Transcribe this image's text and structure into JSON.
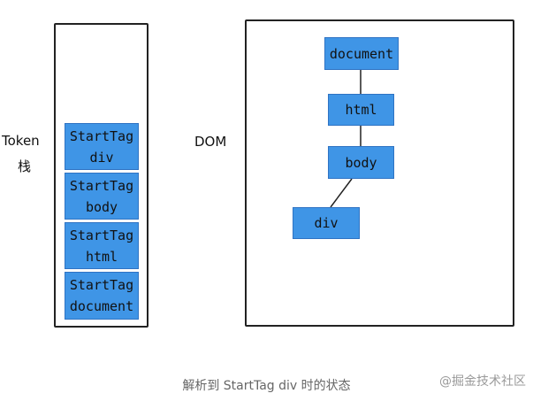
{
  "labels": {
    "token_line1": "Token",
    "token_line2": "栈",
    "dom": "DOM"
  },
  "stack": {
    "items": [
      {
        "line1": "StartTag",
        "line2": "div"
      },
      {
        "line1": "StartTag",
        "line2": "body"
      },
      {
        "line1": "StartTag",
        "line2": "html"
      },
      {
        "line1": "StartTag",
        "line2": "document"
      }
    ]
  },
  "tree": {
    "document": "document",
    "html": "html",
    "body": "body",
    "div": "div"
  },
  "caption": "解析到 StartTag div 时的状态",
  "watermark": "@掘金技术社区",
  "colors": {
    "node_fill": "#3f95e6",
    "node_border": "#2f73c3",
    "outline": "#222222"
  }
}
